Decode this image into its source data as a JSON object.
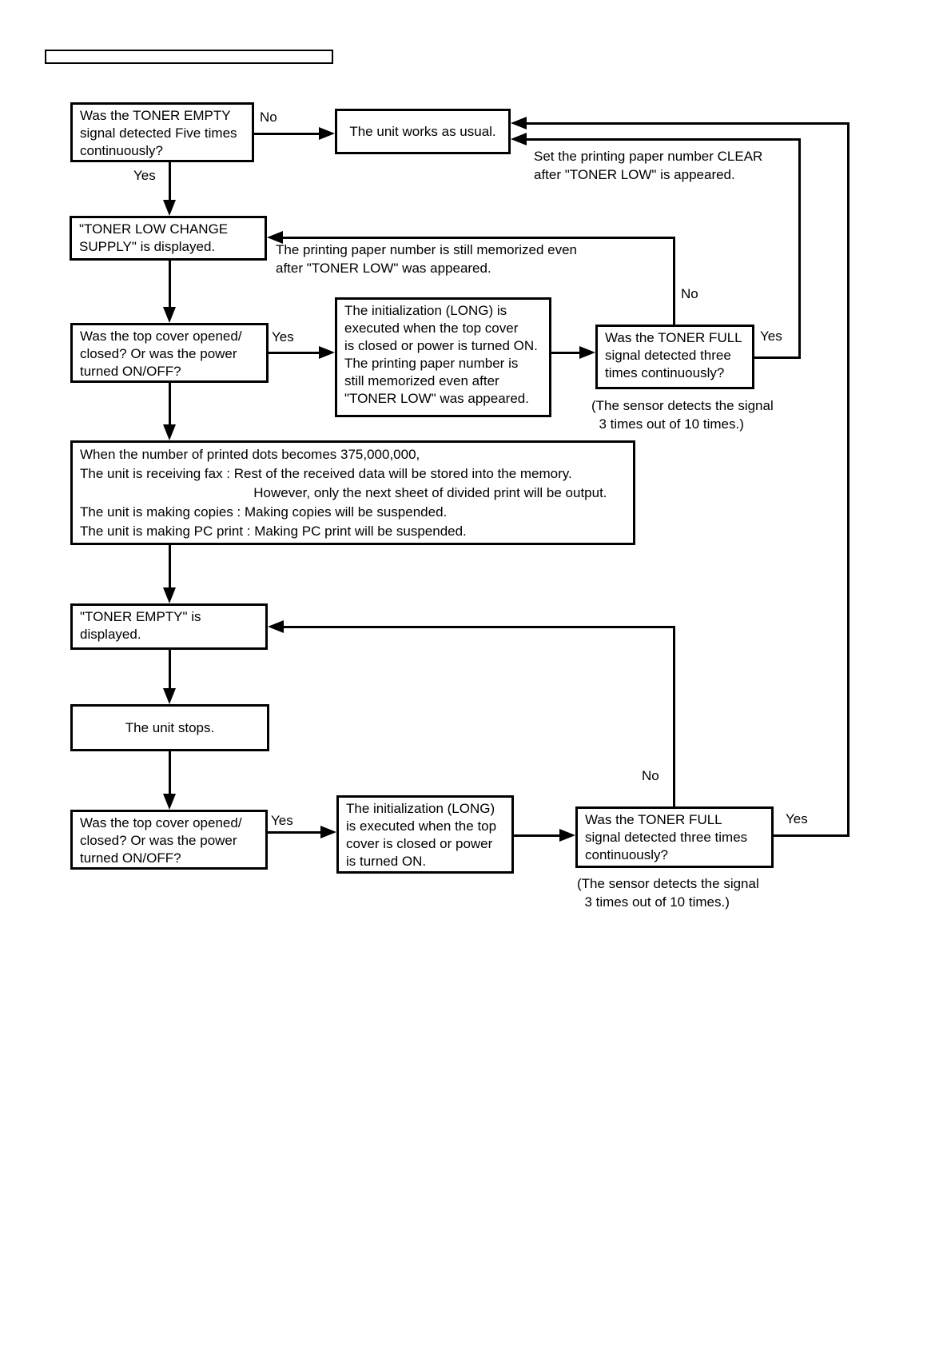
{
  "colors": {
    "ink": "#000000",
    "paper": "#ffffff"
  },
  "title_box": {
    "text": ""
  },
  "nodes": {
    "a_toner_empty_check": "Was the TONER EMPTY\nsignal detected Five times\ncontinuously?",
    "b_unit_works": "The unit works as usual.",
    "c_toner_low_displayed": "\"TONER LOW CHANGE\nSUPPLY\" is displayed.",
    "d_top_cover_check_1": "Was the top cover opened/\nclosed? Or was the power\nturned ON/OFF?",
    "e_initialization_long_1": "The initialization (LONG) is\nexecuted when the top cover\nis closed or power is turned ON.\nThe printing paper number is\nstill memorized even after\n\"TONER LOW\" was appeared.",
    "f_toner_full_check_1": "Was the TONER FULL\nsignal detected three\ntimes continuously?",
    "w_printed_dots_info": "When the number of printed dots becomes 375,000,000,\nThe unit is receiving fax : Rest of the received data will be stored into the memory.\n                                              However, only the next sheet of divided print will be output.\nThe unit is making copies : Making copies will be suspended.\nThe unit is making PC print : Making PC print will be suspended.",
    "g_toner_empty_displayed": "\"TONER EMPTY\" is\ndisplayed.",
    "h_unit_stops": "The unit stops.",
    "i_top_cover_check_2": "Was the top cover opened/\nclosed? Or was the power\nturned ON/OFF?",
    "j_initialization_long_2": "The initialization (LONG)\nis executed when the top\ncover is closed or power\nis turned ON.",
    "k_toner_full_check_2": "Was the TONER FULL\nsignal detected three times\ncontinuously?"
  },
  "annotations": {
    "set_paper_clear": "Set the printing paper number CLEAR\nafter \"TONER LOW\" is appeared.",
    "paper_memorized": "The printing paper number is still memorized even\nafter \"TONER LOW\" was appeared.",
    "sensor_note_1": "(The sensor detects the signal\n  3 times out of 10 times.)",
    "sensor_note_2": "(The sensor detects the signal\n  3 times out of 10 times.)"
  },
  "edge_labels": {
    "no_1": "No",
    "yes_1": "Yes",
    "yes_2": "Yes",
    "no_2": "No",
    "yes_3": "Yes",
    "yes_4": "Yes",
    "no_3": "No",
    "yes_5": "Yes"
  }
}
